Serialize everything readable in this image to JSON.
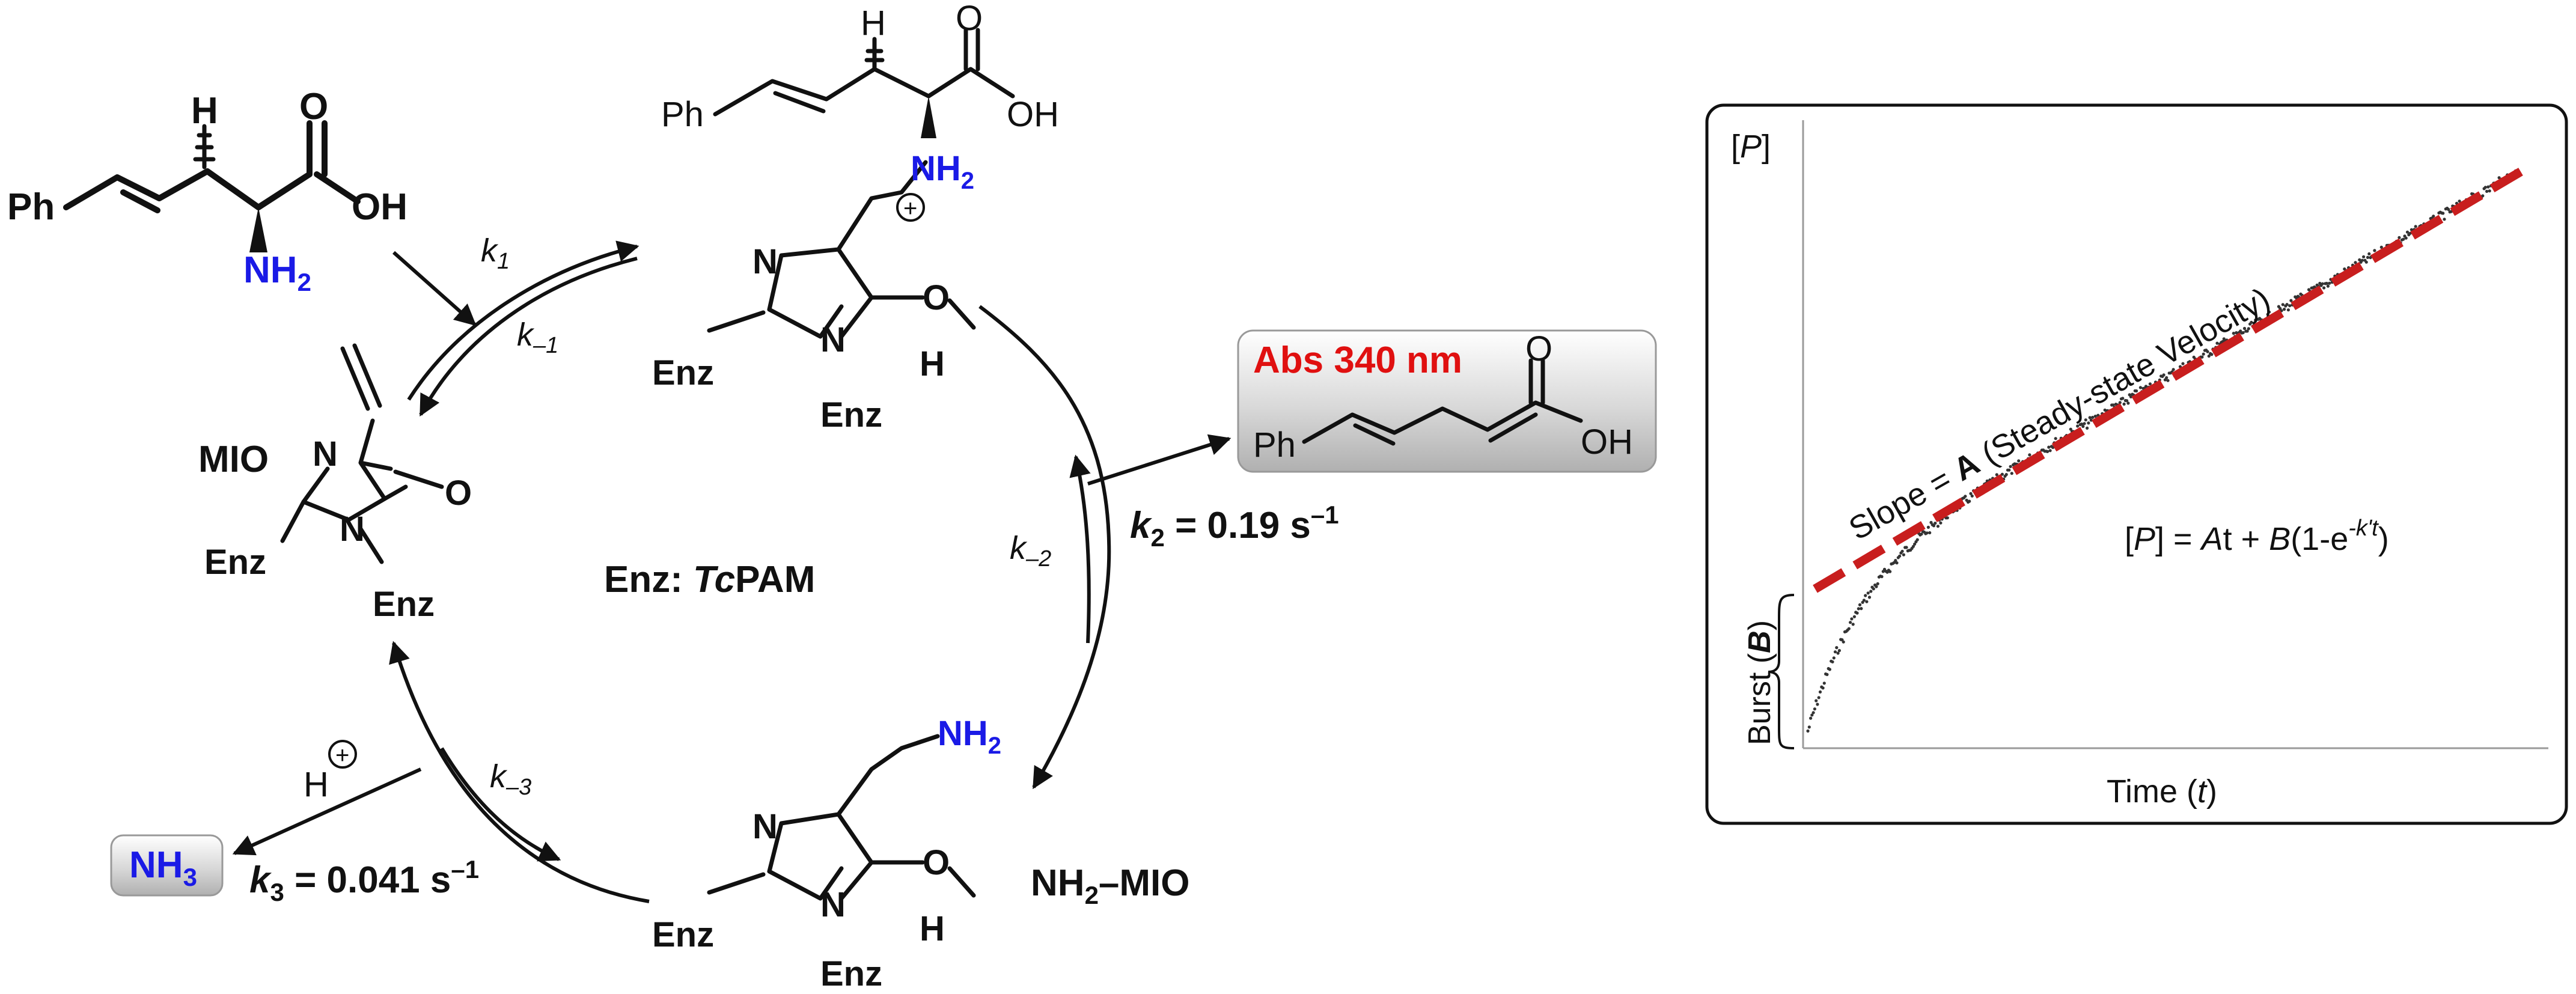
{
  "labels": {
    "ph": "Ph",
    "oh": "OH",
    "h": "H",
    "o": "O",
    "nh2_n": "NH",
    "nh2_sub": "2",
    "n": "N",
    "enz": "Enz",
    "mio": "MIO",
    "plus": "+",
    "enz_prefix": "Enz: ",
    "enz_italic": "Tc",
    "enz_name": "PAM",
    "nh2mio_a": "NH",
    "nh2mio_sub": "2",
    "nh2mio_b": "–MIO"
  },
  "rate_labels": {
    "k": "k",
    "k1_sub": "1",
    "km1_sub": "–1",
    "km2_sub": "–2",
    "km3_sub": "–3",
    "k2_sub": "2",
    "k2_value": " = 0.19 s",
    "k2_exp": "–1",
    "k3_sub": "3",
    "k3_value": " = 0.041 s",
    "k3_exp": "–1"
  },
  "products": {
    "abs_label": "Abs 340 nm",
    "nh3_a": "NH",
    "nh3_sub": "3"
  },
  "graph": {
    "ylabel": "[P]",
    "ylabel_open": "[",
    "ylabel_var": "P",
    "ylabel_close": "]",
    "xlabel_a": "Time (",
    "xlabel_var": "t",
    "xlabel_b": ")",
    "burst_a": "Burst (",
    "burst_var": "B",
    "burst_b": ")",
    "slope_a": "Slope = ",
    "slope_var": "A",
    "slope_b": " (Steady-state Velocity)",
    "eq_a": "[",
    "eq_p": "P",
    "eq_b": "] = ",
    "eq_A": "A",
    "eq_c": "t + ",
    "eq_B": "B",
    "eq_d": "(1-e",
    "eq_exp": "-k't",
    "eq_e": ")",
    "fit_color": "#c81e1e",
    "data_color": "#333333"
  }
}
